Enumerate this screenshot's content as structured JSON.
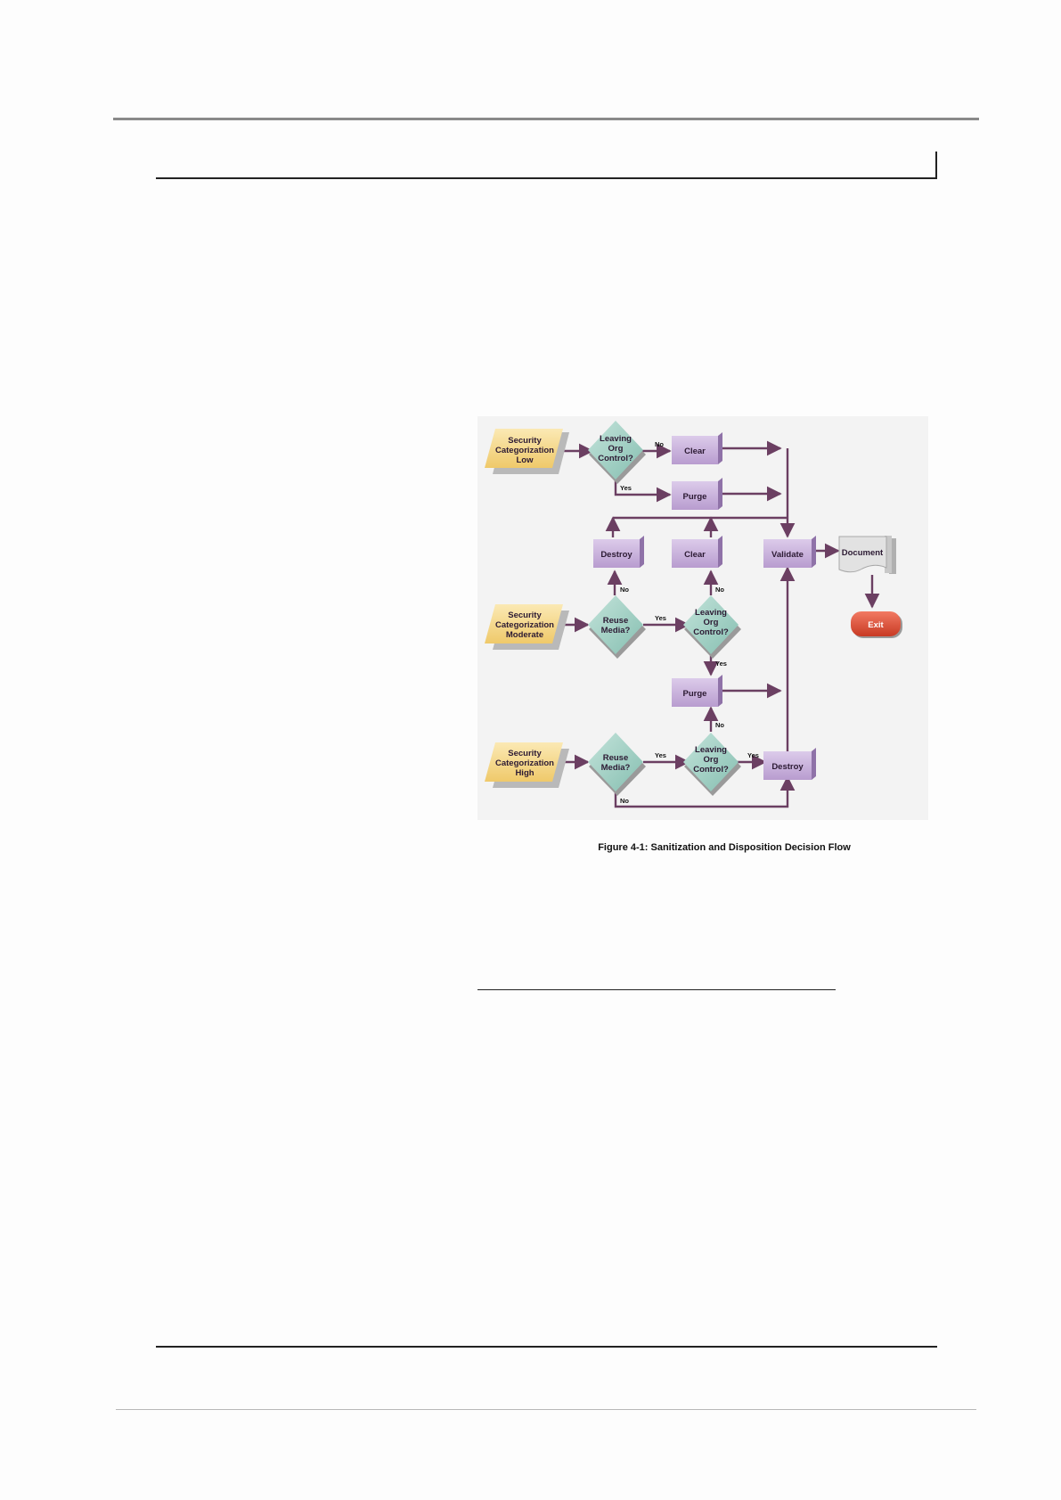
{
  "figure": {
    "caption": "Figure 4-1: Sanitization and Disposition Decision Flow",
    "colors": {
      "arrow": "#6b3f62",
      "parallelogram": "#f5d98e",
      "diamond": "#a6d2c8",
      "box": "#c9b1dc",
      "document": "#dcdcdc",
      "exit": "#e4503a"
    },
    "nodes": {
      "low": [
        "Security",
        "Categorization",
        "Low"
      ],
      "moderate": [
        "Security",
        "Categorization",
        "Moderate"
      ],
      "high": [
        "Security",
        "Categorization",
        "High"
      ],
      "leaving_low": [
        "Leaving",
        "Org",
        "Control?"
      ],
      "leaving_mod": [
        "Leaving",
        "Org",
        "Control?"
      ],
      "leaving_high": [
        "Leaving",
        "Org",
        "Control?"
      ],
      "reuse_mod": [
        "Reuse",
        "Media?"
      ],
      "reuse_high": [
        "Reuse",
        "Media?"
      ],
      "clear_top": "Clear",
      "purge_top": "Purge",
      "destroy_mid": "Destroy",
      "clear_mid": "Clear",
      "purge_mid": "Purge",
      "destroy_bottom": "Destroy",
      "validate": "Validate",
      "document": "Document",
      "exit": "Exit"
    },
    "edge_labels": {
      "low_no": "No",
      "low_yes": "Yes",
      "reuse_mod_no": "No",
      "reuse_mod_yes": "Yes",
      "leave_mod_no": "No",
      "leave_mod_yes": "Yes",
      "purge_mid_no": "No",
      "reuse_high_yes": "Yes",
      "leave_high_yes": "Yes",
      "reuse_high_no": "No"
    }
  }
}
